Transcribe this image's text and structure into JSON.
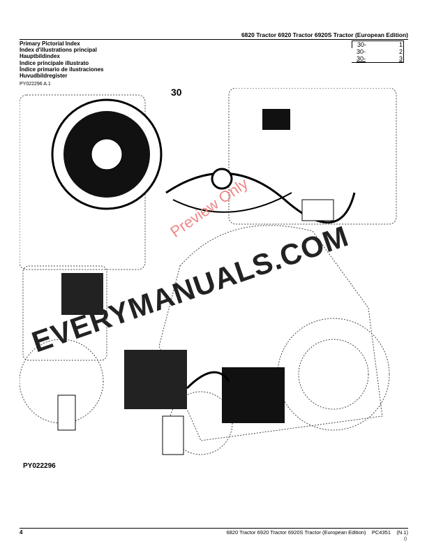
{
  "header": {
    "title": "6820 Tractor 6920 Tractor 6920S Tractor (European Edition)"
  },
  "index_titles": [
    "Primary Pictorial Index",
    "Index d'illustrations principal",
    "Hauptbildindex",
    "Indice principale illustrato",
    "Índice primario de ilustraciones",
    "Huvudbildregister"
  ],
  "references": [
    {
      "section": "30-",
      "page": "1"
    },
    {
      "section": "30-",
      "page": "2"
    },
    {
      "section": "30-",
      "page": "3"
    }
  ],
  "figure": {
    "id": "PY022296 A.1",
    "label": "30",
    "code": "PY022296"
  },
  "watermark": {
    "text": "EVERYMANUALS.COM",
    "preview": "Preview Only"
  },
  "footer": {
    "page_number": "4",
    "text": "6820 Tractor 6920 Tractor 6920S Tractor (European Edition)    PC4351    (N.1)",
    "sub": "()"
  }
}
